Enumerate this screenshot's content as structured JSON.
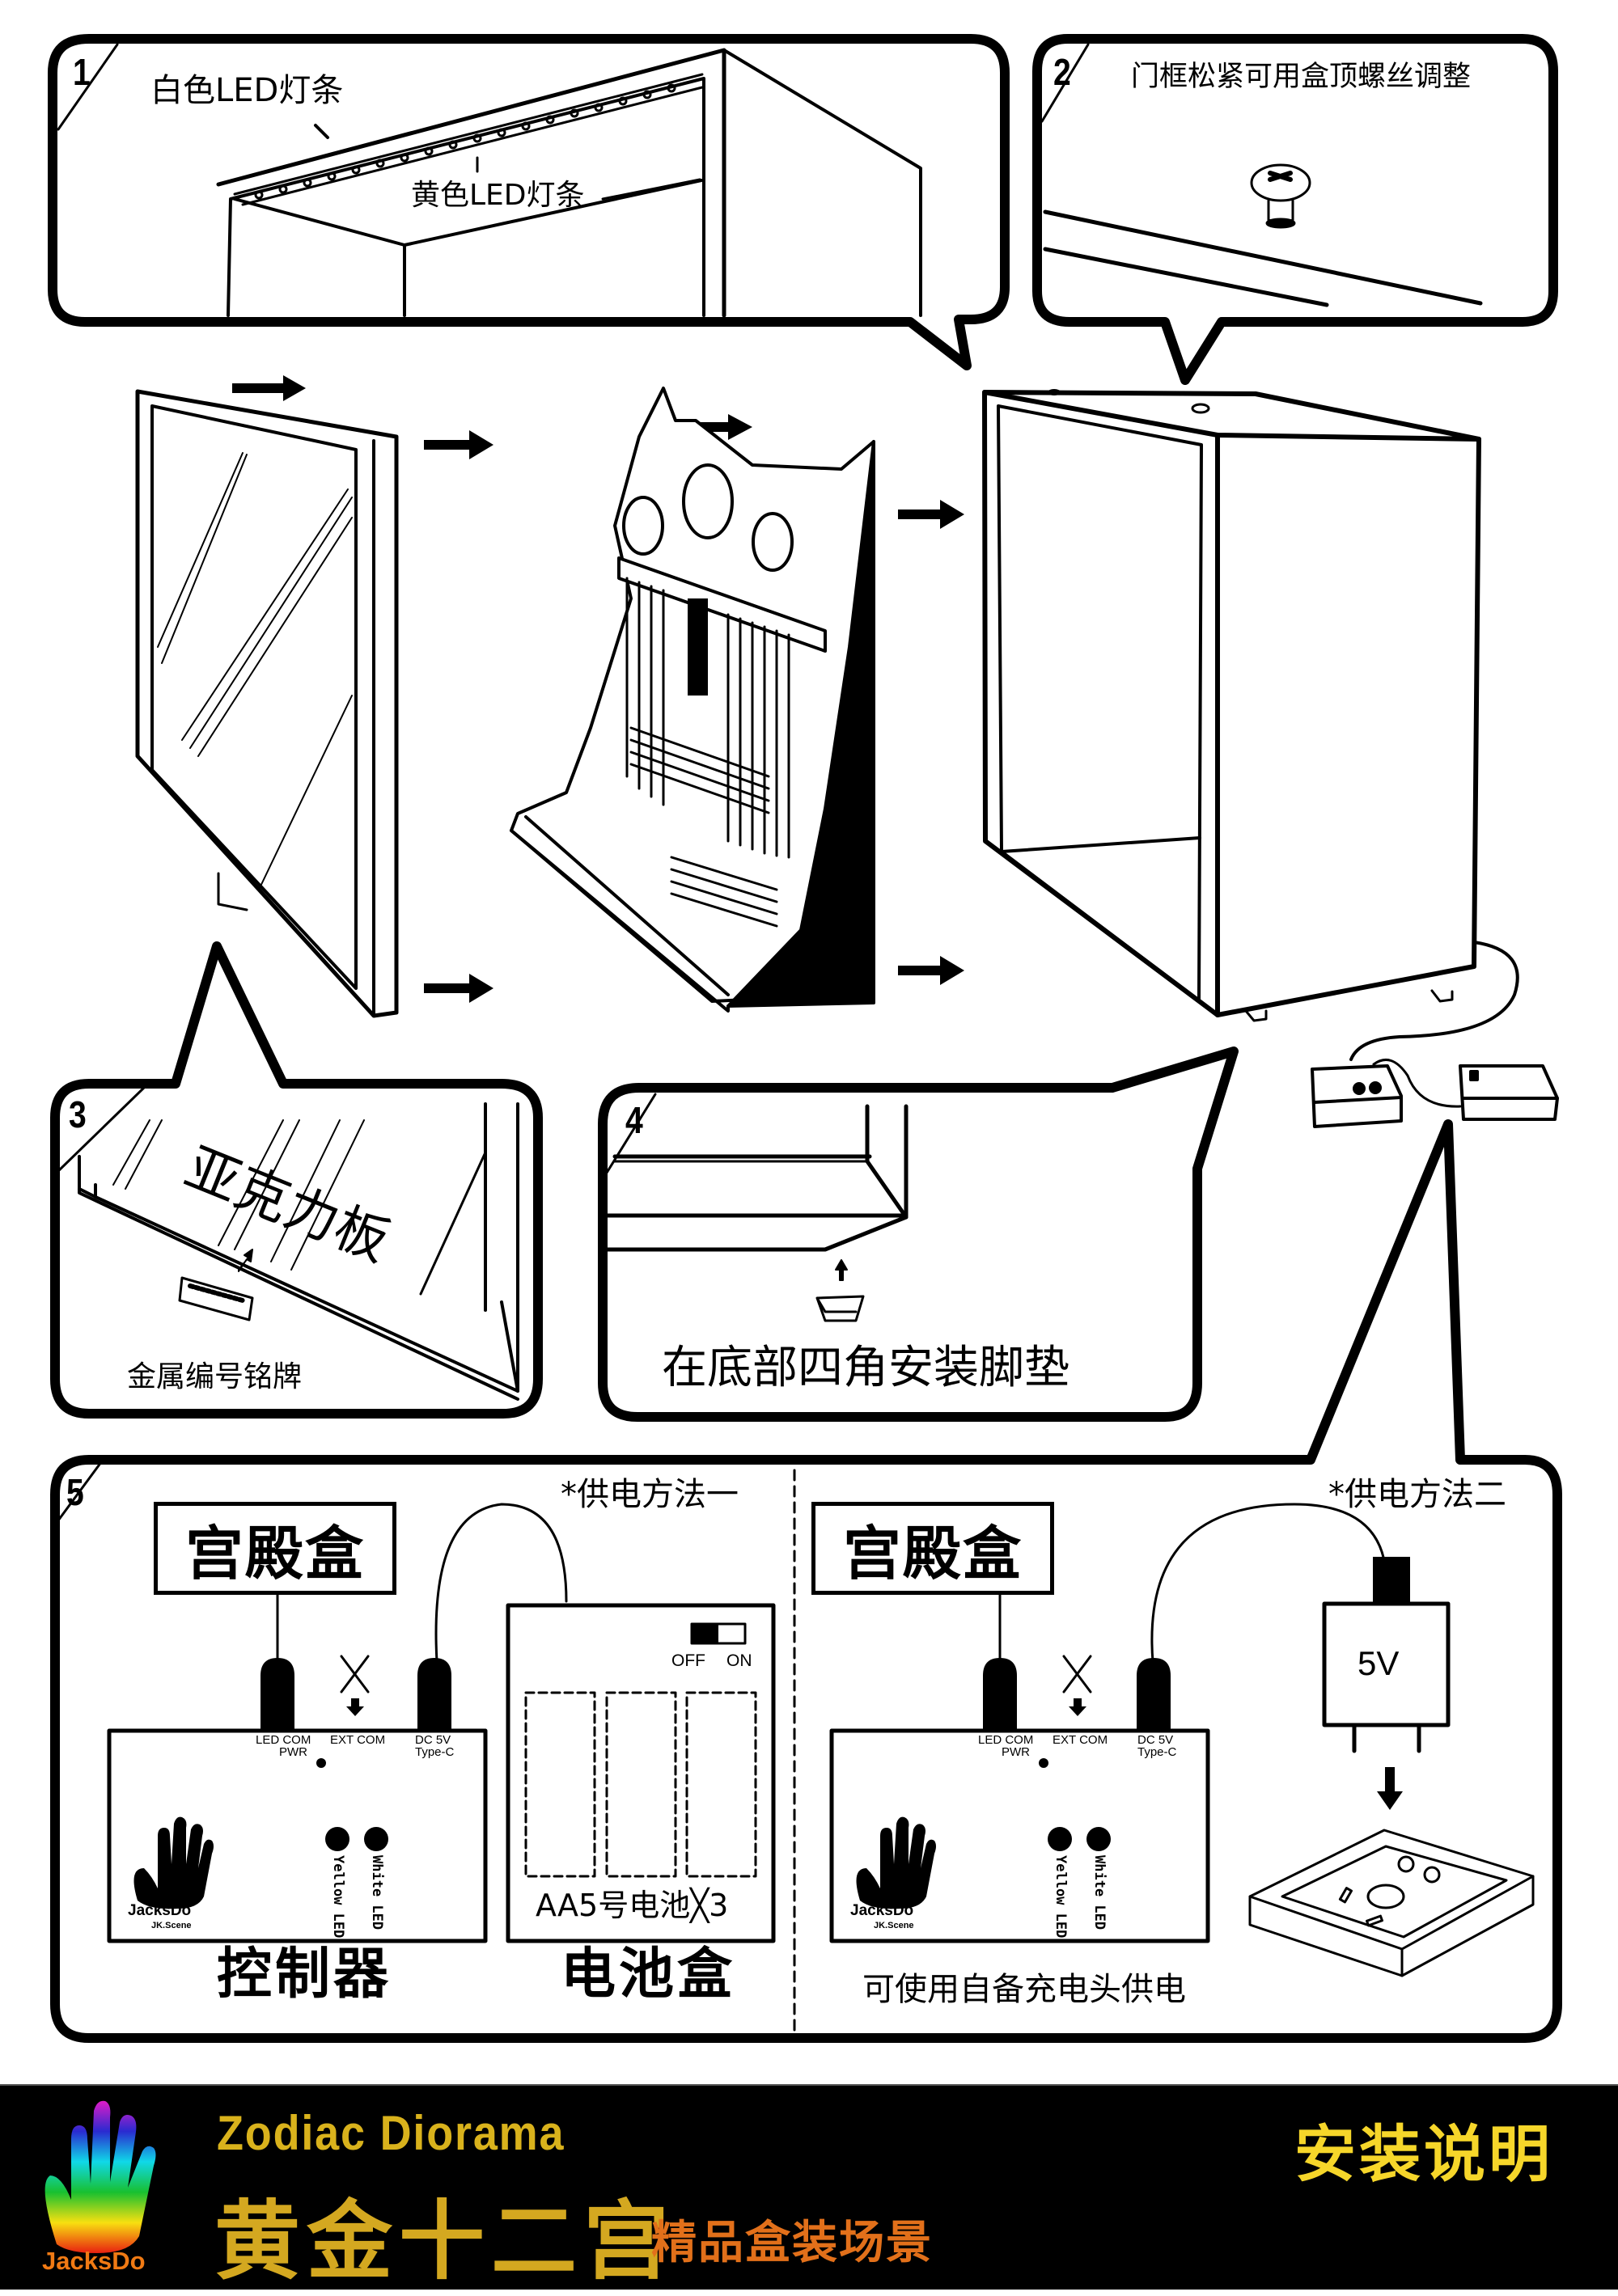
{
  "document": {
    "title": "安装说明",
    "brand": "JacksDo"
  },
  "steps": [
    {
      "number": "1",
      "labels": {
        "white_led": "白色LED灯条",
        "yellow_led": "黄色LED灯条"
      }
    },
    {
      "number": "2",
      "caption": "门框松紧可用盒顶螺丝调整"
    },
    {
      "number": "3",
      "labels": {
        "acrylic": "亚克力板",
        "nameplate": "金属编号铭牌"
      }
    },
    {
      "number": "4",
      "caption": "在底部四角安装脚垫"
    },
    {
      "number": "5",
      "method_one": {
        "heading": "*供电方法一",
        "palace_box": "宫殿盒",
        "controller_label": "控制器",
        "battery_box_label": "电池盒",
        "battery_text": "AA5号电池╳3",
        "switch_off": "OFF",
        "switch_on": "ON"
      },
      "method_two": {
        "heading": "*供电方法二",
        "palace_box": "宫殿盒",
        "adapter_voltage": "5V",
        "caption": "可使用自备充电头供电"
      },
      "controller": {
        "port_led_com": "LED COM",
        "port_pwr": "PWR",
        "port_ext_com": "EXT COM",
        "port_dc": "DC 5V",
        "port_type": "Type-C",
        "led_yellow": "Yellow LED",
        "led_white": "White LED",
        "brand": "JacksDo",
        "brand_sub": "JK.Scene",
        "ext_blocked_icon": "cross-icon"
      }
    }
  ],
  "footer": {
    "english_title": "Zodiac Diorama",
    "chinese_title": "黄金十二宫",
    "subtitle": "精品盒装场景",
    "doc_title": "安装说明",
    "brand": "JacksDo",
    "colors": {
      "background": "#000000",
      "gold": "#d4a820",
      "orange": "#e2701a",
      "yellow": "#f6d62a"
    }
  }
}
